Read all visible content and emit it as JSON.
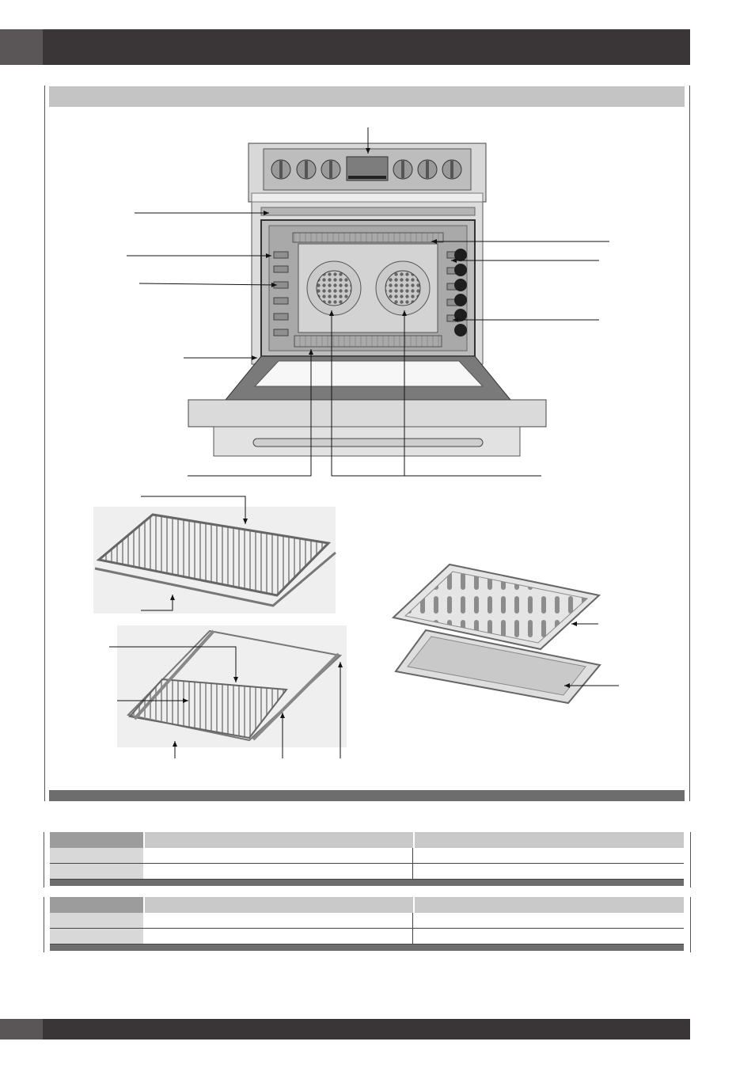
{
  "header": {
    "title": "",
    "tab_text": ""
  },
  "section": {
    "title": ""
  },
  "figure": {
    "components": [
      {
        "name": "control-panel"
      },
      {
        "name": "top-heating-element"
      },
      {
        "name": "rack-guides-left"
      },
      {
        "name": "rack-position-marker"
      },
      {
        "name": "door-gasket"
      },
      {
        "name": "broil-element"
      },
      {
        "name": "rack-level-numbers"
      },
      {
        "name": "rack-guide-right"
      },
      {
        "name": "bottom-element"
      },
      {
        "name": "convection-fan-left"
      },
      {
        "name": "convection-fan-right"
      },
      {
        "name": "flat-rack"
      },
      {
        "name": "telescopic-rack"
      },
      {
        "name": "broil-pan-insert"
      },
      {
        "name": "broil-pan"
      }
    ]
  },
  "tables": [
    {
      "headers": [
        "",
        "",
        ""
      ],
      "rows": [
        [
          "",
          "",
          ""
        ],
        [
          "",
          "",
          ""
        ]
      ]
    },
    {
      "headers": [
        "",
        "",
        ""
      ],
      "rows": [
        [
          "",
          "",
          ""
        ],
        [
          "",
          "",
          ""
        ]
      ]
    }
  ],
  "footer": {
    "page": ""
  },
  "colors": {
    "bar_dark": "#3a3536",
    "bar_tab": "#5a5556",
    "section_gray": "#c4c4c4",
    "rule_dark": "#6d6d6d"
  }
}
